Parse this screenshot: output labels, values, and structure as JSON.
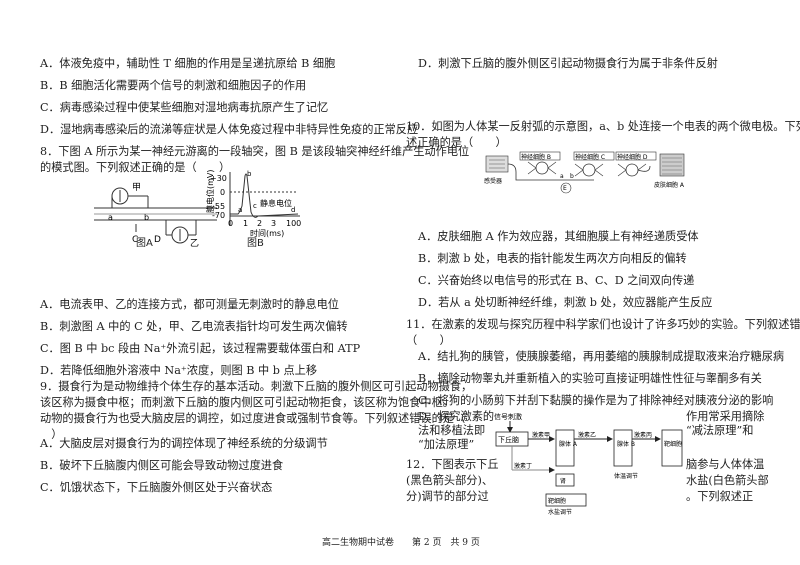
{
  "left": {
    "q7_options": [
      "A．体液免疫中，辅助性 T 细胞的作用是呈递抗原给 B 细胞",
      "B．B 细胞活化需要两个信号的刺激和细胞因子的作用",
      "C．病毒感染过程中使某些细胞对湿地病毒抗原产生了记忆",
      "D．湿地病毒感染后的流涕等症状是人体免疫过程中非特异性免疫的正常反应"
    ],
    "q8_stem": [
      "8．下图 A 所示为某一神经元游离的一段轴突，图 B 是该段轴突神经纤维产生动作电位",
      "的模式图。下列叙述正确的是（　　）"
    ],
    "q8_figure": {
      "meter_jia": "甲",
      "meter_yi": "乙",
      "label_a": "a",
      "label_b": "b",
      "label_c": "C",
      "label_d": "D",
      "caption_a": "图A",
      "caption_b": "图B",
      "ylabel": "膜电位(mV)",
      "y_ticks": [
        "+30",
        "0",
        "-55",
        "-70"
      ],
      "x_ticks": [
        "0",
        "1",
        "2",
        "3",
        "100"
      ],
      "xlabel": "时间(ms)",
      "resting_label": "静息电位",
      "curve_label_a": "a",
      "curve_label_b": "b",
      "curve_label_c": "c",
      "curve_label_d": "d"
    },
    "q8_options": [
      "A．电流表甲、乙的连接方式，都可测量无刺激时的静息电位",
      "B．刺激图 A 中的 C 处，甲、乙电流表指针均可发生两次偏转",
      "C．图 B 中 bc 段由 Na⁺外流引起，该过程需要载体蛋白和 ATP",
      "D．若降低细胞外溶液中 Na⁺浓度，则图 B 中 b 点上移"
    ],
    "q9_stem": [
      "9．摄食行为是动物维持个体生存的基本活动。刺激下丘脑的腹外侧区可引起动物摄食，",
      "该区称为摄食中枢；而刺激下丘脑的腹内侧区可引起动物拒食，该区称为饱食中枢。",
      "动物的摄食行为也受大脑皮层的调控，如过度进食或强制节食等。下列叙述错误的是（",
      "　）"
    ],
    "q9_options": [
      "A．大脑皮层对摄食行为的调控体现了神经系统的分级调节",
      "B．破坏下丘脑腹内侧区可能会导致动物过度进食",
      "C．饥饿状态下，下丘脑腹外侧区处于兴奋状态"
    ]
  },
  "right": {
    "q9_option_d": "D．刺激下丘脑的腹外侧区引起动物摄食行为属于非条件反射",
    "q10_stem": [
      "10．如图为人体某一反射弧的示意图，a、b 处连接一个电表的两个微电极。下列有关叙",
      "述正确的是（　　）"
    ],
    "q10_figure": {
      "neuron1": "神经细胞 B",
      "neuron2": "神经细胞 C",
      "neuron3": "神经细胞 D",
      "receptor": "感受器",
      "skin_cell": "皮肤细胞 A",
      "label_a": "a",
      "label_b": "b",
      "meter": "E"
    },
    "q10_options": [
      "A．皮肤细胞 A 作为效应器，其细胞膜上有神经递质受体",
      "B．刺激 b 处，电表的指针能发生两次方向相反的偏转",
      "C．兴奋始终以电信号的形式在 B、C、D 之间双向传递",
      "D．若从 a 处切断神经纤维，刺激 b 处，效应器能产生反应"
    ],
    "q11_stem": [
      "11．在激素的发现与探究历程中科学家们也设计了许多巧妙的实验。下列叙述错误的是",
      "（　　）"
    ],
    "q11_options": [
      "A．结扎狗的胰管，使胰腺萎缩，再用萎缩的胰腺制成提取液来治疗糖尿病",
      "B．摘除动物睾丸并重新植入的实验可直接证明雄性性征与睾酮多有关"
    ],
    "q11_c_lines": [
      "C．将狗的小肠剪下并刮下黏膜的操作是为了排除神经对胰液分泌的影响"
    ],
    "q11_d_left": [
      "D．探究激素的",
      "法和移植法即",
      "“加法原理”"
    ],
    "q11_d_right": [
      "作用常采用摘除",
      "“减法原理”和"
    ],
    "q12_left": [
      "12．下图表示下丘",
      "(黑色箭头部分)、",
      "分)调节的部分过"
    ],
    "q12_right": [
      "脑参与人体体温",
      "水盐(白色箭头部",
      "。下列叙述正"
    ],
    "q12_figure": {
      "signal_stim": "信号刺激",
      "hypothalamus": "下丘脑",
      "hormone_a": "激素甲",
      "hormone_b": "激素乙",
      "hormone_c": "激素丙",
      "gland_a": "腺体 A",
      "gland_b": "腺体 B",
      "hormone_d": "激素丁",
      "target_cell": "靶细胞",
      "kidney": "肾",
      "temp_reg": "体温调节",
      "water_reg": "水盐调节",
      "target_cell2": "靶细胞"
    }
  },
  "footer": "高二生物期中试卷　　第 2 页　共 9 页"
}
